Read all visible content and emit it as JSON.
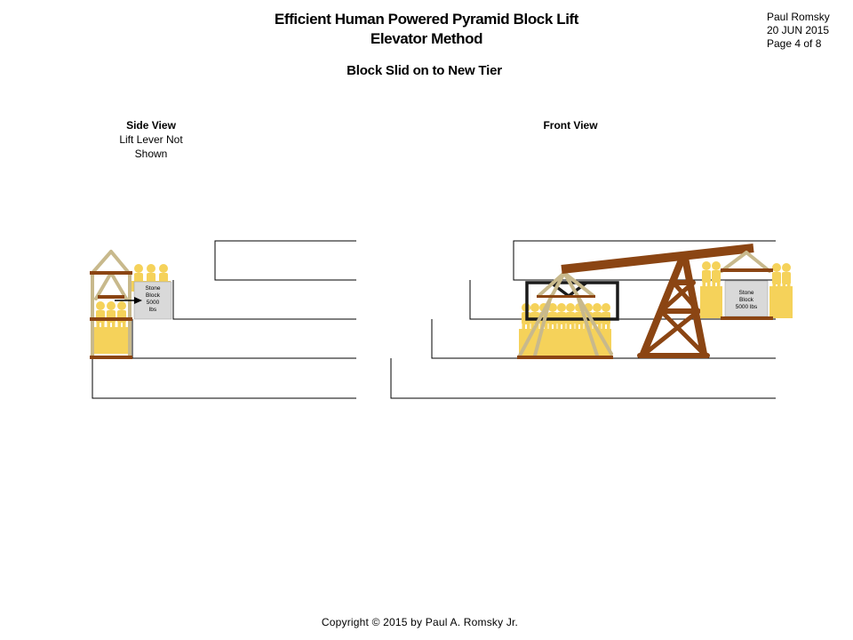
{
  "header": {
    "title_line1": "Efficient Human Powered Pyramid Block Lift",
    "title_line2": "Elevator Method",
    "author": "Paul Romsky",
    "date": "20 JUN 2015",
    "page": "Page 4 of 8"
  },
  "subtitle": "Block Slid on to New Tier",
  "side_view": {
    "heading": "Side View",
    "note_line1": "Lift Lever Not",
    "note_line2": "Shown",
    "block_label": [
      "Stone",
      "Block",
      "5000",
      "lbs"
    ]
  },
  "front_view": {
    "heading": "Front View",
    "block_label": [
      "Stone",
      "Block",
      "5000 lbs"
    ]
  },
  "footer": "Copyright © 2015 by Paul A. Romsky Jr.",
  "colors": {
    "timber": "#8b4513",
    "frame": "#c8b98c",
    "workers": "#f5d25a",
    "stone": "#d9d9d9",
    "outline": "#000000"
  }
}
